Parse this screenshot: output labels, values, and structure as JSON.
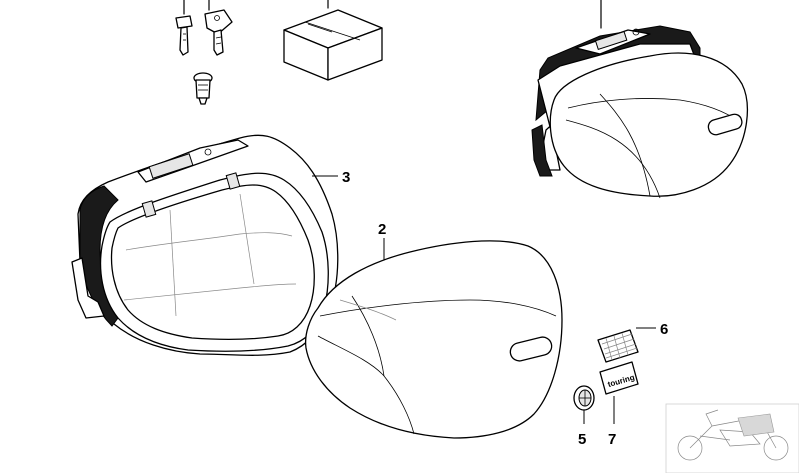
{
  "diagram": {
    "labels": {
      "p2": "2",
      "p3": "3",
      "p5": "5",
      "p6": "6",
      "p7": "7"
    },
    "wordmark": "touring"
  }
}
